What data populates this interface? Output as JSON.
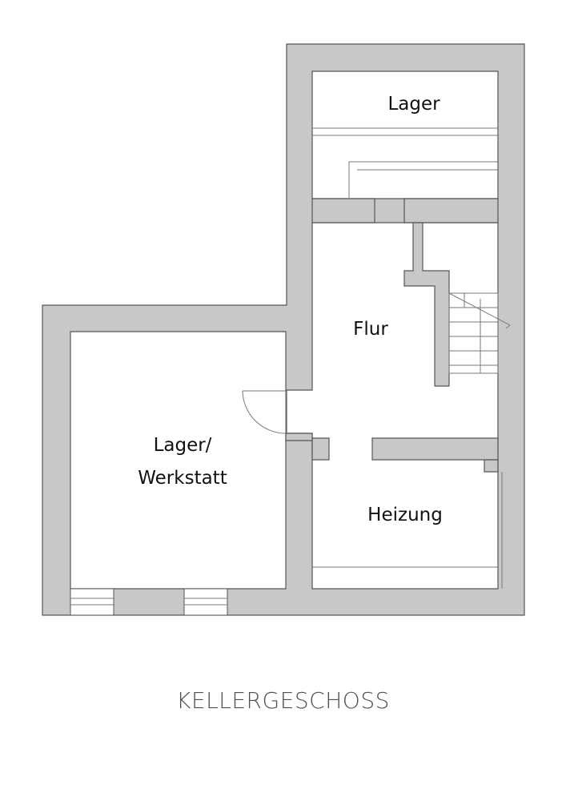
{
  "plan": {
    "title": "KELLERGESCHOSS",
    "rooms": {
      "lager": "Lager",
      "flur": "Flur",
      "lager_werkstatt_line1": "Lager/",
      "lager_werkstatt_line2": "Werkstatt",
      "heizung": "Heizung"
    }
  },
  "colors": {
    "wall_fill": "#c8c8c8",
    "wall_stroke": "#555555",
    "background": "#ffffff",
    "title_text": "#505050"
  }
}
